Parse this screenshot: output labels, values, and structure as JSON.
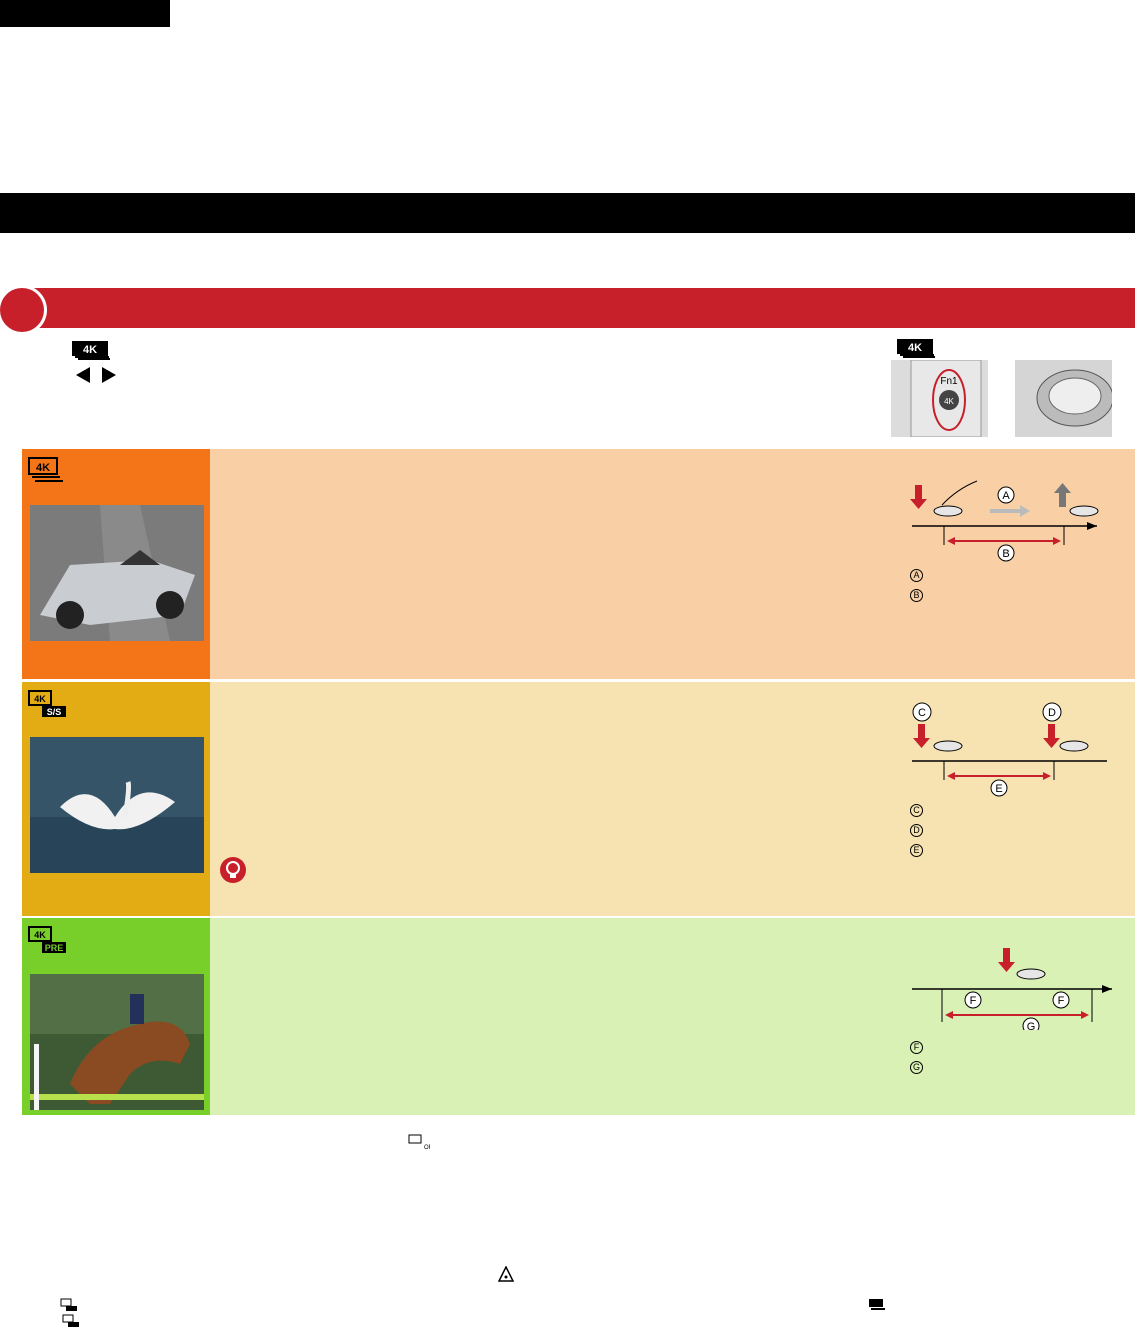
{
  "page": {
    "diagram_labels": {
      "a": "A",
      "b": "B",
      "c": "C",
      "d": "D",
      "e": "E",
      "f": "F",
      "g": "G"
    },
    "camera_button": {
      "label": "Fn1"
    },
    "icons": {
      "mode_4k_burst": "4k-burst-icon",
      "mode_4k_ss": "4k-burst-ss-icon",
      "mode_4k_pre": "4k-pre-burst-icon",
      "off": "4k-off-icon",
      "arrows": "left-right-arrows-icon",
      "warning": "warning-triangle-icon",
      "hint": "lightbulb-icon"
    },
    "colors": {
      "red": "#c8202a",
      "orange": "#f47418",
      "gold": "#e3ac14",
      "green": "#79cf2a"
    }
  }
}
